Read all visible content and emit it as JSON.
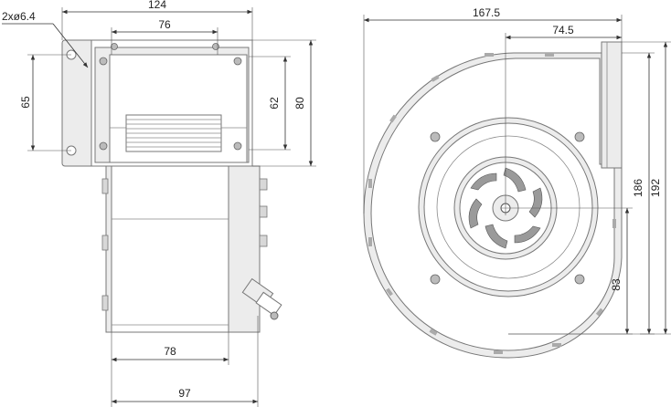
{
  "side_view": {
    "hole_note": "2xø6.4",
    "dims": {
      "overall_width": "124",
      "hole_spacing_h": "76",
      "hole_spacing_v": "65",
      "inner_height": "62",
      "flange_height": "80",
      "body_width": "78",
      "total_width": "97"
    }
  },
  "front_view": {
    "dims": {
      "overall_width": "167.5",
      "axis_to_flange": "74.5",
      "height_186": "186",
      "height_192": "192",
      "axis_height": "83"
    }
  },
  "colors": {
    "part_fill": "#ececec",
    "line": "#777777",
    "dimension": "#333333"
  }
}
